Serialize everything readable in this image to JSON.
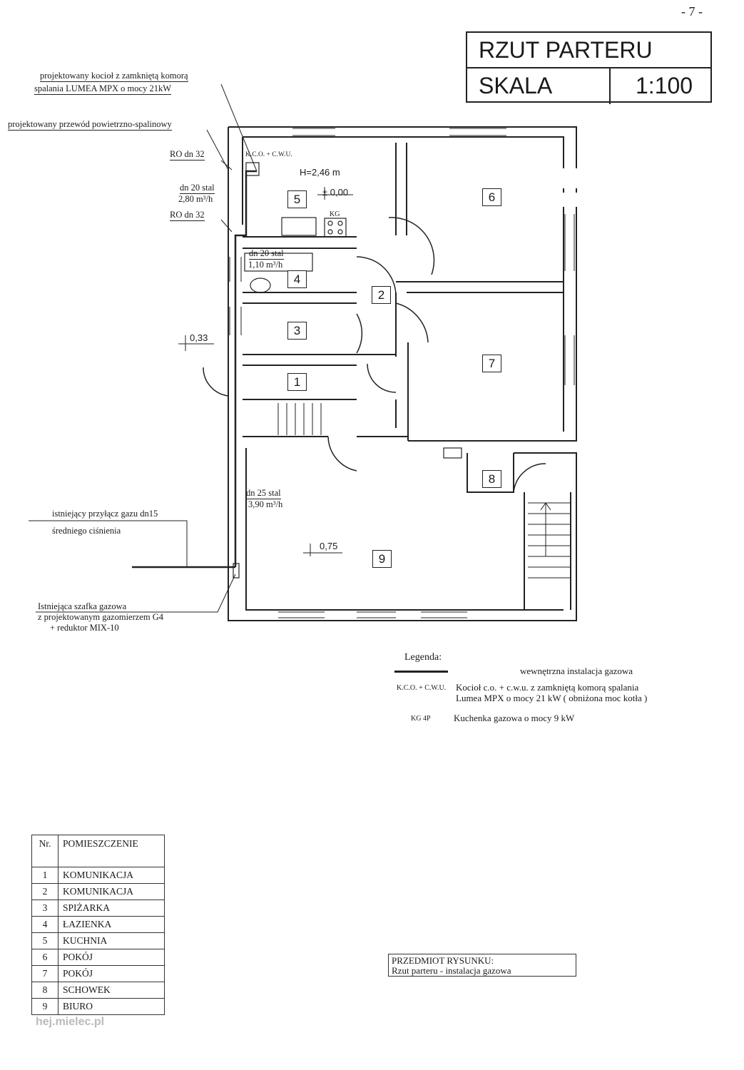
{
  "page_number": "- 7 -",
  "title_block": {
    "title": "RZUT PARTERU",
    "scale_label": "SKALA",
    "scale_value": "1:100"
  },
  "annotations": {
    "boiler_line1": "projektowany kocioł z zamkniętą komorą",
    "boiler_line2": "spalania LUMEA MPX o mocy 21kW",
    "flue": "projektowany przewód powietrzno-spalinowy",
    "ro1": "RO dn 32",
    "pipe_a1": "dn 20 stal",
    "pipe_a2": "2,80 m³/h",
    "ro2": "RO dn 32",
    "pipe_b1": "dn 20 stal",
    "pipe_b2": "1,10 m³/h",
    "pipe_c1": "dn 25 stal",
    "pipe_c2": "3,90 m³/h",
    "kco_cwu": "K.C.O. + C.W.U.",
    "kg": "KG",
    "height": "H=2,46 m",
    "level_000": "± 0,00",
    "level_033": "0,33",
    "level_075": "0,75",
    "existing_conn1": "istniejący przyłącz gazu dn15",
    "existing_conn2": "średniego ciśnienia",
    "cabinet1": "Istniejąca szafka gazowa",
    "cabinet2": "z projektowanym gazomierzem G4",
    "cabinet3": "+ reduktor MIX-10"
  },
  "room_labels": [
    "1",
    "2",
    "3",
    "4",
    "5",
    "6",
    "7",
    "8",
    "9"
  ],
  "legend": {
    "title": "Legenda:",
    "line_label": "wewnętrzna instalacja gazowa",
    "boiler_symbol": "K.C.O. + C.W.U.",
    "boiler_line1": "Kocioł c.o. + c.w.u. z zamkniętą komorą spalania",
    "boiler_line2": "Lumea MPX o mocy 21 kW ( obniżona moc kotła )",
    "stove_symbol": "KG 4P",
    "stove_label": "Kuchenka gazowa o mocy 9 kW"
  },
  "room_table": {
    "header_nr": "Nr.",
    "header_name": "POMIESZCZENIE",
    "rows": [
      {
        "nr": "1",
        "name": "KOMUNIKACJA"
      },
      {
        "nr": "2",
        "name": "KOMUNIKACJA"
      },
      {
        "nr": "3",
        "name": "SPIŻARKA"
      },
      {
        "nr": "4",
        "name": "ŁAZIENKA"
      },
      {
        "nr": "5",
        "name": "KUCHNIA"
      },
      {
        "nr": "6",
        "name": "POKÓJ"
      },
      {
        "nr": "7",
        "name": "POKÓJ"
      },
      {
        "nr": "8",
        "name": "SCHOWEK"
      },
      {
        "nr": "9",
        "name": "BIURO"
      }
    ]
  },
  "subject": {
    "label": "PRZEDMIOT RYSUNKU:",
    "value": "Rzut parteru - instalacja gazowa"
  },
  "watermark": "hej.mielec.pl"
}
